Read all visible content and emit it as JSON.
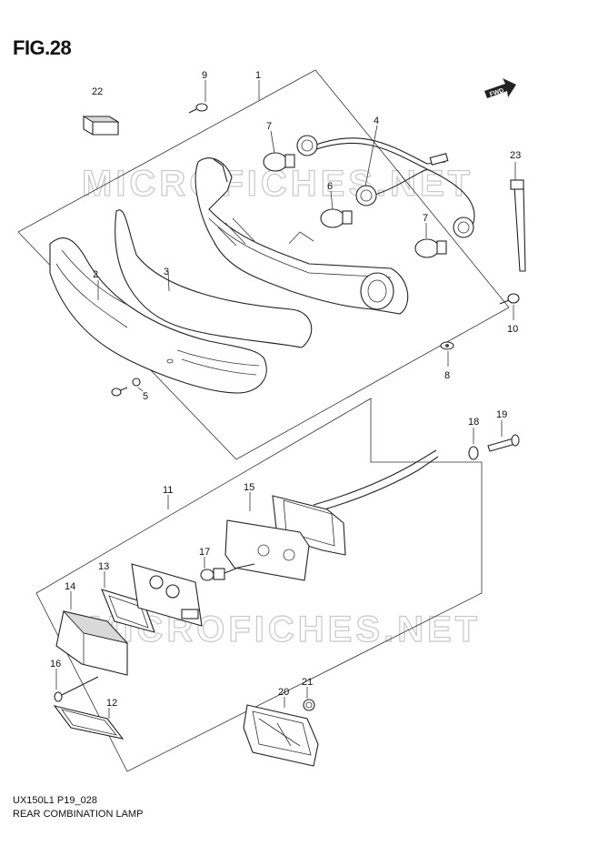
{
  "figure": {
    "title": "FIG.28"
  },
  "direction_badge": "FWD",
  "watermark": "MICROFICHES.NET",
  "footer": {
    "code": "UX150L1 P19_028",
    "name": "REAR COMBINATION LAMP"
  },
  "callouts": [
    "1",
    "2",
    "3",
    "4",
    "5",
    "6",
    "7",
    "7",
    "8",
    "9",
    "10",
    "11",
    "12",
    "13",
    "14",
    "15",
    "16",
    "17",
    "18",
    "19",
    "20",
    "21",
    "22",
    "23"
  ]
}
